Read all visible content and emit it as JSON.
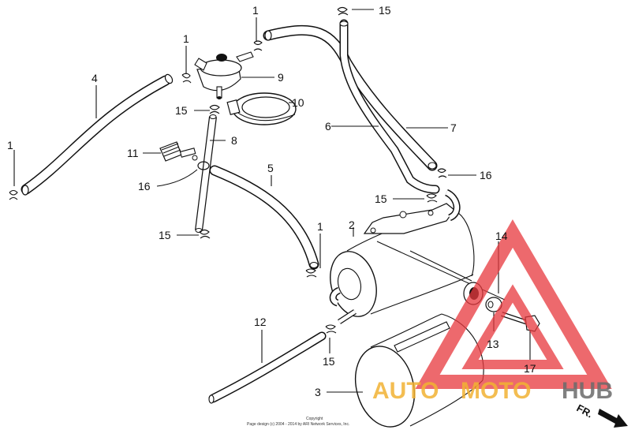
{
  "callouts": [
    {
      "id": "c1a",
      "text": "1"
    },
    {
      "id": "c1b",
      "text": "1"
    },
    {
      "id": "c1c",
      "text": "1"
    },
    {
      "id": "c1d",
      "text": "1"
    },
    {
      "id": "c2",
      "text": "2"
    },
    {
      "id": "c3",
      "text": "3"
    },
    {
      "id": "c4",
      "text": "4"
    },
    {
      "id": "c5",
      "text": "5"
    },
    {
      "id": "c6",
      "text": "6"
    },
    {
      "id": "c7",
      "text": "7"
    },
    {
      "id": "c8",
      "text": "8"
    },
    {
      "id": "c9",
      "text": "9"
    },
    {
      "id": "c10",
      "text": "10"
    },
    {
      "id": "c11",
      "text": "11"
    },
    {
      "id": "c12",
      "text": "12"
    },
    {
      "id": "c13",
      "text": "13"
    },
    {
      "id": "c14",
      "text": "14"
    },
    {
      "id": "c15a",
      "text": "15"
    },
    {
      "id": "c15b",
      "text": "15"
    },
    {
      "id": "c15c",
      "text": "15"
    },
    {
      "id": "c15d",
      "text": "15"
    },
    {
      "id": "c15e",
      "text": "15"
    },
    {
      "id": "c16a",
      "text": "16"
    },
    {
      "id": "c16b",
      "text": "16"
    },
    {
      "id": "c17",
      "text": "17"
    }
  ],
  "direction_marker": "FR.",
  "copyright": {
    "line1": "Copyright",
    "line2": "Page design (c) 2004 - 2014 by ARI Network Services, Inc."
  },
  "watermark": {
    "part1": "AUTO",
    "part2": "MOTO",
    "part3": "HUB",
    "colors": {
      "red": "#e8383d",
      "gold": "#f2b233",
      "grey": "#6b6b6b"
    }
  }
}
